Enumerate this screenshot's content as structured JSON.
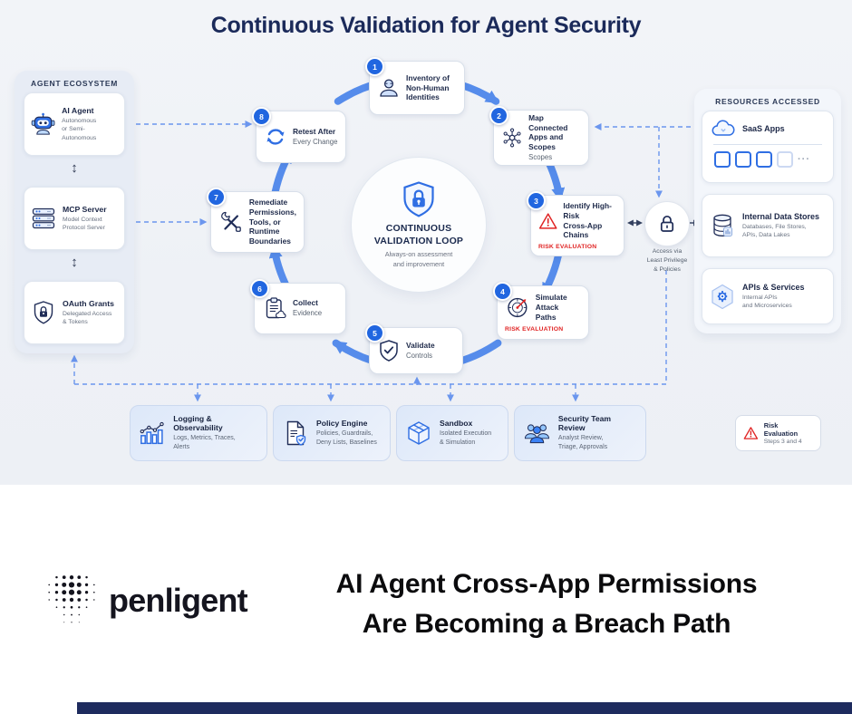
{
  "colors": {
    "accent": "#2f6ee3",
    "arrow": "#568ceb",
    "dashed": "#6b96ee",
    "navy": "#1b2a5a",
    "red": "#e02424",
    "badge": "#2166e0",
    "footer_bar": "#1e2b5e"
  },
  "title": "Continuous Validation for Agent Security",
  "agent_ecosystem": {
    "header": "AGENT ECOSYSTEM",
    "items": [
      {
        "icon": "robot-icon",
        "title": "AI Agent",
        "desc": "Autonomous\nor Semi-Autonomous"
      },
      {
        "icon": "server-icon",
        "title": "MCP Server",
        "desc": "Model Context\nProtocol Server"
      },
      {
        "icon": "shield-lock-icon",
        "title": "OAuth Grants",
        "desc": "Delegated Access\n& Tokens"
      }
    ]
  },
  "resources": {
    "header": "RESOURCES ACCESSED",
    "items": [
      {
        "icon": "cloud-icon",
        "title": "SaaS Apps",
        "more": "···"
      },
      {
        "icon": "database-icon",
        "title": "Internal Data Stores",
        "desc": "Databases, File Stores,\nAPIs, Data Lakes"
      },
      {
        "icon": "hexagon-gear-icon",
        "title": "APIs & Services",
        "desc": "Internal APIs\nand Microservices"
      }
    ]
  },
  "loop": {
    "center": {
      "icon": "shield-lock-icon",
      "title": "CONTINUOUS\nVALIDATION LOOP",
      "sub": "Always-on assessment\nand improvement"
    },
    "steps": [
      {
        "num": "1",
        "icon": "person-icon",
        "title": "Inventory of\nNon-Human\nIdentities"
      },
      {
        "num": "2",
        "icon": "network-icon",
        "title": "Map Connected\nApps and\nScopes",
        "sub": "Scopes"
      },
      {
        "num": "3",
        "icon": "warning-triangle-icon",
        "title": "Identify High-Risk\nCross-App\nChains",
        "tag": "RISK EVALUATION"
      },
      {
        "num": "4",
        "icon": "radar-icon",
        "title": "Simulate\nAttack Paths",
        "tag": "RISK EVALUATION"
      },
      {
        "num": "5",
        "icon": "shield-check-icon",
        "title": "Validate",
        "sub": "Controls"
      },
      {
        "num": "6",
        "icon": "clipboard-icon",
        "title": "Collect",
        "sub": "Evidence"
      },
      {
        "num": "7",
        "icon": "tools-icon",
        "title": "Remediate\nPermissions,\nTools, or\nRuntime\nBoundaries"
      },
      {
        "num": "8",
        "icon": "refresh-icon",
        "title": "Retest After",
        "sub": "Every Change"
      }
    ]
  },
  "lock_node": {
    "icon": "lock-icon",
    "label": "Access via\nLeast Privilege\n& Policies"
  },
  "bottom_boxes": [
    {
      "icon": "bar-chart-icon",
      "title": "Logging & Observability",
      "desc": "Logs, Metrics, Traces,\nAlerts"
    },
    {
      "icon": "policy-doc-icon",
      "title": "Policy Engine",
      "desc": "Policies, Guardrails,\nDeny Lists, Baselines"
    },
    {
      "icon": "cube-icon",
      "title": "Sandbox",
      "desc": "Isolated Execution\n& Simulation"
    },
    {
      "icon": "people-icon",
      "title": "Security Team Review",
      "desc": "Analyst Review,\nTriage, Approvals"
    }
  ],
  "legend": {
    "icon": "warning-triangle-icon",
    "title": "Risk Evaluation",
    "sub": "Steps 3 and 4"
  },
  "footer": {
    "brand": "penligent",
    "headline": "AI Agent Cross-App Permissions\nAre Becoming a Breach Path"
  }
}
